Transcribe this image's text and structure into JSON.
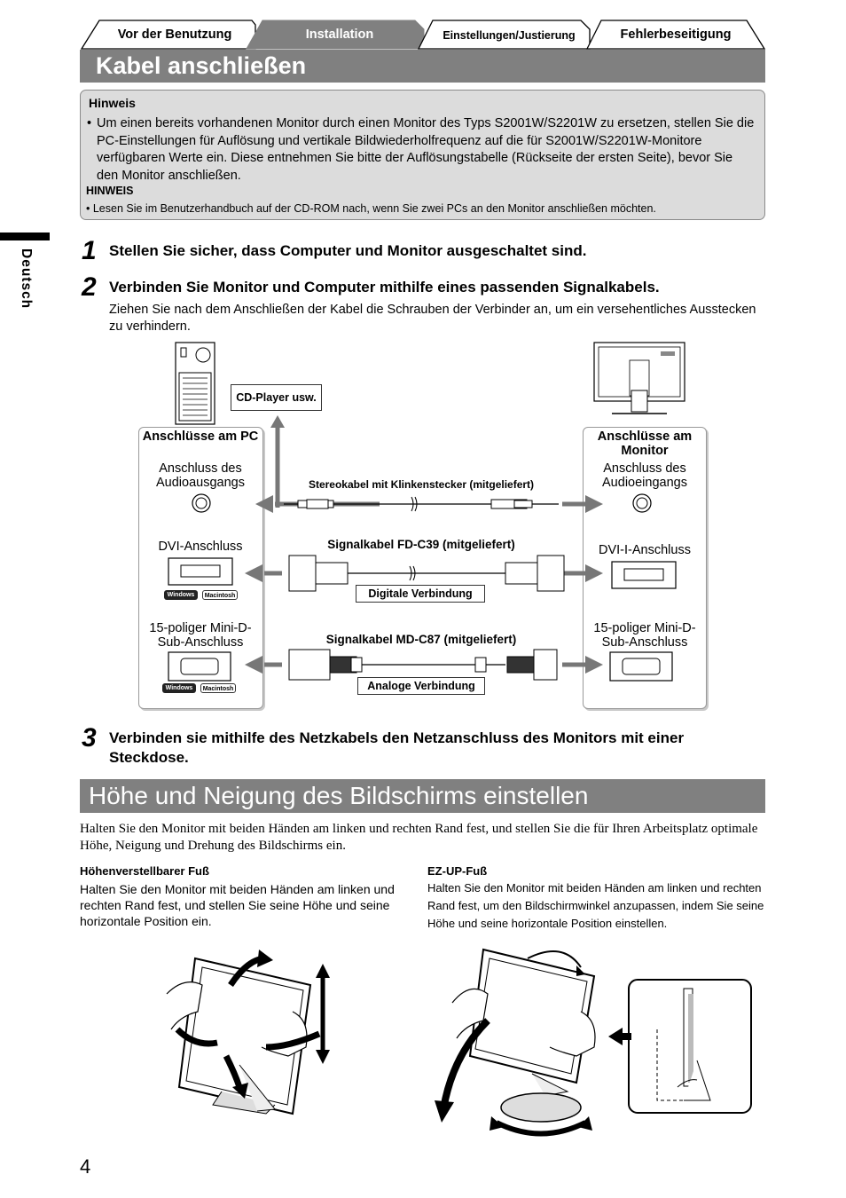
{
  "tabs": [
    {
      "label": "Vor der Benutzung",
      "active": false
    },
    {
      "label": "Installation",
      "active": true
    },
    {
      "label": "Einstellungen/Justierung",
      "active": false
    },
    {
      "label": "Fehlerbeseitigung",
      "active": false
    }
  ],
  "section1_title": "Kabel anschließen",
  "note": {
    "heading": "Hinweis",
    "bullet": "Um einen bereits vorhandenen Monitor durch einen Monitor des Typs S2001W/S2201W zu ersetzen, stellen Sie die PC-Einstellungen für Auflösung und vertikale Bildwiederholfrequenz auf die für S2001W/S2201W-Monitore verfügbaren Werte ein. Diese entnehmen Sie bitte der Auflösungstabelle (Rückseite der ersten Seite), bevor Sie den Monitor anschließen.",
    "heading2": "HINWEIS",
    "bullet2": "• Lesen Sie im Benutzerhandbuch auf der CD-ROM nach, wenn Sie zwei PCs an den Monitor anschließen möchten."
  },
  "side_label": "Deutsch",
  "steps": [
    {
      "num": "1",
      "title": "Stellen Sie sicher, dass Computer und Monitor ausgeschaltet sind."
    },
    {
      "num": "2",
      "title": "Verbinden Sie Monitor und Computer mithilfe eines passenden Signalkabels.",
      "body": "Ziehen Sie nach dem Anschließen der Kabel die Schrauben der Verbinder an, um ein versehentliches Ausstecken zu verhindern."
    },
    {
      "num": "3",
      "title": "Verbinden sie mithilfe des Netzkabels den Netzanschluss des Monitors mit einer Steckdose."
    }
  ],
  "diagram": {
    "cd_player": "CD-Player usw.",
    "pc_panel_title": "Anschlüsse am PC",
    "pc_audio": "Anschluss des Audioausgangs",
    "pc_dvi": "DVI-Anschluss",
    "pc_dsub": "15-poliger Mini-D-Sub-Anschluss",
    "mon_panel_title": "Anschlüsse am Monitor",
    "mon_audio": "Anschluss des Audioeingangs",
    "mon_dvi": "DVI-I-Anschluss",
    "mon_dsub": "15-poliger Mini-D-Sub-Anschluss",
    "stereo_cable": "Stereokabel mit Klinkenstecker (mitgeliefert)",
    "dvi_cable": "Signalkabel FD-C39 (mitgeliefert)",
    "digital": "Digitale Verbindung",
    "dsub_cable": "Signalkabel MD-C87 (mitgeliefert)",
    "analog": "Analoge Verbindung",
    "badge_windows": "Windows",
    "badge_mac": "Macintosh"
  },
  "section2_title": "Höhe und Neigung des Bildschirms einstellen",
  "intro": "Halten Sie den Monitor mit beiden Händen am linken und rechten Rand fest, und stellen Sie die für Ihren Arbeitsplatz optimale Höhe, Neigung und Drehung des Bildschirms ein.",
  "left_sub": {
    "heading": "Höhenverstellbarer Fuß",
    "body": "Halten Sie den Monitor mit beiden Händen am linken und rechten Rand fest, und stellen Sie seine Höhe und seine horizontale Position ein."
  },
  "right_sub": {
    "heading": "EZ-UP-Fuß",
    "body": "Halten Sie den Monitor mit beiden Händen am linken und rechten Rand fest, um den Bildschirmwinkel anzupassen, indem Sie seine Höhe und seine horizontale Position einstellen."
  },
  "page_number": "4"
}
